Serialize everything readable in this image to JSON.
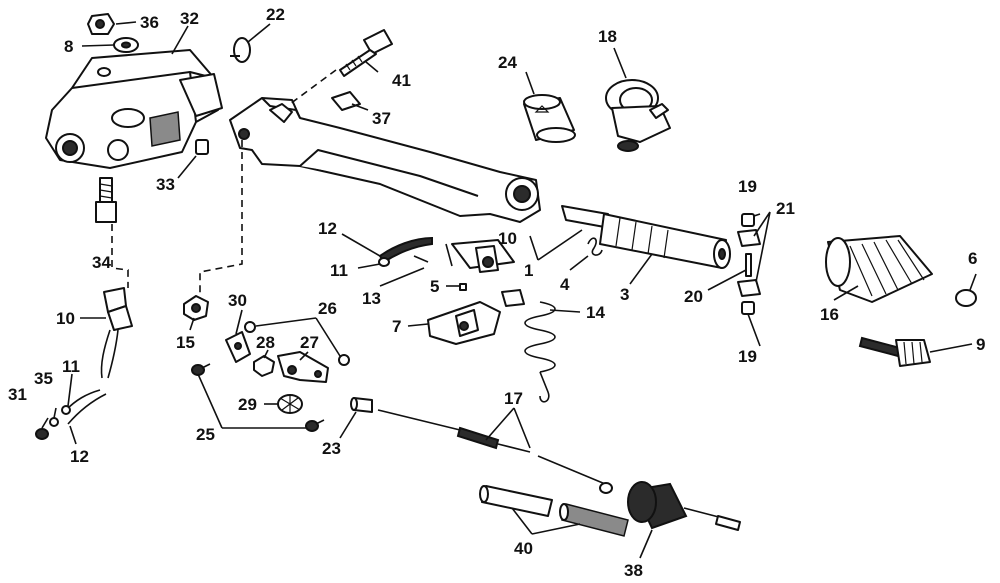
{
  "callouts": [
    {
      "id": "c36",
      "label": "36"
    },
    {
      "id": "c32",
      "label": "32"
    },
    {
      "id": "c22",
      "label": "22"
    },
    {
      "id": "c8",
      "label": "8"
    },
    {
      "id": "c41",
      "label": "41"
    },
    {
      "id": "c37",
      "label": "37"
    },
    {
      "id": "c24",
      "label": "24"
    },
    {
      "id": "c18",
      "label": "18"
    },
    {
      "id": "c33",
      "label": "33"
    },
    {
      "id": "c34",
      "label": "34"
    },
    {
      "id": "c12a",
      "label": "12"
    },
    {
      "id": "c10a",
      "label": "10"
    },
    {
      "id": "c11a",
      "label": "11"
    },
    {
      "id": "c1",
      "label": "1"
    },
    {
      "id": "c4",
      "label": "4"
    },
    {
      "id": "c3",
      "label": "3"
    },
    {
      "id": "c13",
      "label": "13"
    },
    {
      "id": "c5",
      "label": "5"
    },
    {
      "id": "c19a",
      "label": "19"
    },
    {
      "id": "c21",
      "label": "21"
    },
    {
      "id": "c20",
      "label": "20"
    },
    {
      "id": "c6",
      "label": "6"
    },
    {
      "id": "c16",
      "label": "16"
    },
    {
      "id": "c19b",
      "label": "19"
    },
    {
      "id": "c9",
      "label": "9"
    },
    {
      "id": "c10b",
      "label": "10"
    },
    {
      "id": "c15",
      "label": "15"
    },
    {
      "id": "c30",
      "label": "30"
    },
    {
      "id": "c26",
      "label": "26"
    },
    {
      "id": "c7",
      "label": "7"
    },
    {
      "id": "c14",
      "label": "14"
    },
    {
      "id": "c28",
      "label": "28"
    },
    {
      "id": "c27",
      "label": "27"
    },
    {
      "id": "c31",
      "label": "31"
    },
    {
      "id": "c35",
      "label": "35"
    },
    {
      "id": "c11b",
      "label": "11"
    },
    {
      "id": "c12b",
      "label": "12"
    },
    {
      "id": "c29",
      "label": "29"
    },
    {
      "id": "c25",
      "label": "25"
    },
    {
      "id": "c23",
      "label": "23"
    },
    {
      "id": "c17",
      "label": "17"
    },
    {
      "id": "c40",
      "label": "40"
    },
    {
      "id": "c38",
      "label": "38"
    }
  ]
}
